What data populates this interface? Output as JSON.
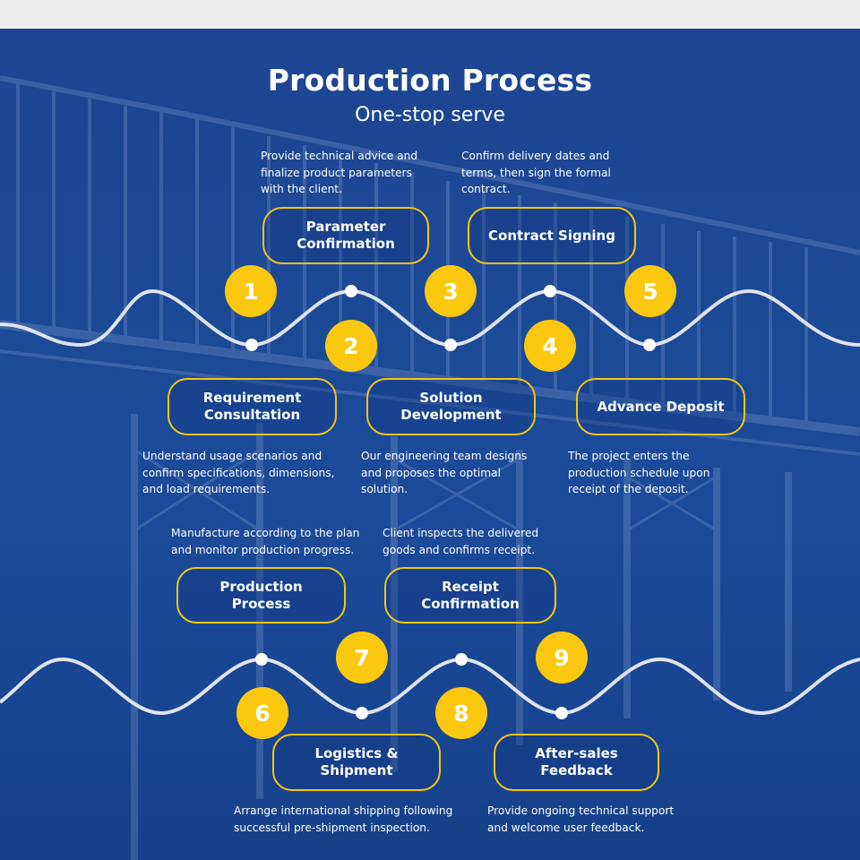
{
  "title": "Production Process",
  "subtitle": "One-stop serve",
  "colors": {
    "accent": "#fbc80f",
    "background": "#1b4a97",
    "wave": "#dfe3ee"
  },
  "steps": [
    {
      "number": "1",
      "title": "Requirement Consultation",
      "title_lines": [
        "Requirement",
        "Consultation"
      ],
      "description": "Understand usage scenarios and confirm specifications, dimensions, and load requirements.",
      "description_lines": [
        "Understand usage scenarios and",
        "confirm specifications, dimensions,",
        "and load requirements."
      ]
    },
    {
      "number": "2",
      "title": "Parameter Confirmation",
      "title_lines": [
        "Parameter",
        "Confirmation"
      ],
      "description": "Provide technical advice and finalize product parameters with the client.",
      "description_lines": [
        "Provide technical advice and",
        "finalize product parameters",
        "with the client."
      ]
    },
    {
      "number": "3",
      "title": "Solution Development",
      "title_lines": [
        "Solution",
        "Development"
      ],
      "description": "Our engineering team designs and proposes the optimal solution.",
      "description_lines": [
        "Our engineering team designs",
        "and proposes the optimal",
        "solution."
      ]
    },
    {
      "number": "4",
      "title": "Contract Signing",
      "title_lines": [
        "Contract Signing"
      ],
      "description": "Confirm delivery dates and terms, then sign the formal contract.",
      "description_lines": [
        "Confirm delivery dates and",
        "terms, then sign the formal",
        "contract."
      ]
    },
    {
      "number": "5",
      "title": "Advance Deposit",
      "title_lines": [
        "Advance Deposit"
      ],
      "description": "The project enters the production schedule upon receipt of the deposit.",
      "description_lines": [
        "The project enters the",
        "production schedule upon",
        "receipt of the deposit."
      ]
    },
    {
      "number": "6",
      "title": "Production Process",
      "title_lines": [
        "Production",
        "Process"
      ],
      "description": "Manufacture according to the plan and monitor production progress.",
      "description_lines": [
        "Manufacture according to the plan",
        "and monitor production progress."
      ]
    },
    {
      "number": "7",
      "title": "Logistics & Shipment",
      "title_lines": [
        "Logistics &",
        "Shipment"
      ],
      "description": "Arrange international shipping following successful pre-shipment inspection.",
      "description_lines": [
        "Arrange international shipping following",
        "successful pre-shipment inspection."
      ]
    },
    {
      "number": "8",
      "title": "Receipt Confirmation",
      "title_lines": [
        "Receipt",
        "Confirmation"
      ],
      "description": "Client inspects the delivered goods and confirms receipt.",
      "description_lines": [
        "Client inspects the delivered",
        "goods and confirms receipt."
      ]
    },
    {
      "number": "9",
      "title": "After-sales Feedback",
      "title_lines": [
        "After-sales",
        "Feedback"
      ],
      "description": "Provide ongoing technical support and welcome user feedback.",
      "description_lines": [
        "Provide ongoing technical support",
        "and welcome user feedback."
      ]
    }
  ]
}
